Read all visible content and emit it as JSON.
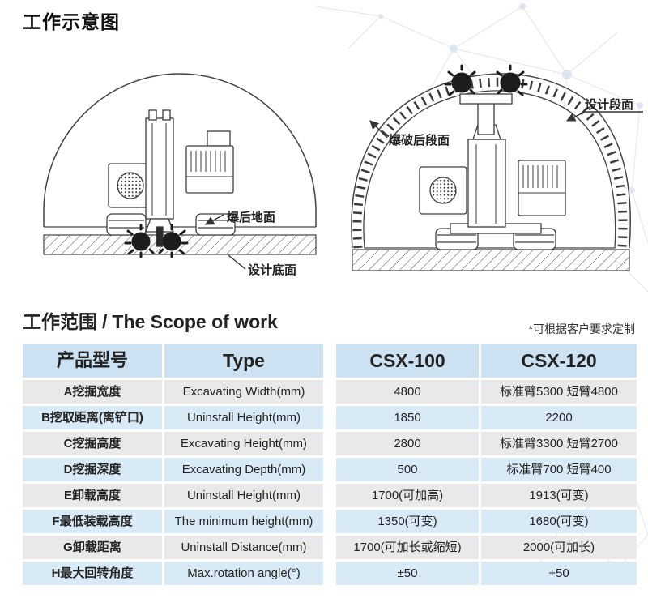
{
  "page": {
    "title": "工作示意图",
    "section_title_zh": "工作范围",
    "section_title_divider": "/",
    "section_title_en": "The Scope of work",
    "customization_note": "*可根据客户要求定制"
  },
  "diagrams": {
    "left": {
      "labels": {
        "ground_after_blast": "爆后地面",
        "design_bottom": "设计底面"
      }
    },
    "right": {
      "labels": {
        "section_after_blast": "爆破后段面",
        "design_section": "设计段面"
      }
    }
  },
  "colors": {
    "table_header_bg": "#cce1f1",
    "row_blue": "#d9eaf7",
    "row_gray": "#e9e9e9",
    "line_art": "#3d3d3d"
  },
  "table": {
    "columns": [
      "产品型号",
      "Type",
      "CSX-100",
      "CSX-120"
    ],
    "rows": [
      {
        "param_zh": "A挖掘宽度",
        "param_en": "Excavating Width(mm)",
        "csx100": "4800",
        "csx120": "标准臂5300 短臂4800"
      },
      {
        "param_zh": "B挖取距离(离铲口)",
        "param_en": "Uninstall Height(mm)",
        "csx100": "1850",
        "csx120": "2200"
      },
      {
        "param_zh": "C挖掘高度",
        "param_en": "Excavating Height(mm)",
        "csx100": "2800",
        "csx120": "标准臂3300 短臂2700"
      },
      {
        "param_zh": "D挖掘深度",
        "param_en": "Excavating Depth(mm)",
        "csx100": "500",
        "csx120": "标准臂700 短臂400"
      },
      {
        "param_zh": "E卸载高度",
        "param_en": "Uninstall Height(mm)",
        "csx100": "1700(可加高)",
        "csx120": "1913(可变)"
      },
      {
        "param_zh": "F最低装载高度",
        "param_en": "The minimum height(mm)",
        "csx100": "1350(可变)",
        "csx120": "1680(可变)"
      },
      {
        "param_zh": "G卸载距离",
        "param_en": "Uninstall Distance(mm)",
        "csx100": "1700(可加长或缩短)",
        "csx120": "2000(可加长)"
      },
      {
        "param_zh": "H最大回转角度",
        "param_en": "Max.rotation angle(°)",
        "csx100": "±50",
        "csx120": "+50"
      }
    ]
  }
}
